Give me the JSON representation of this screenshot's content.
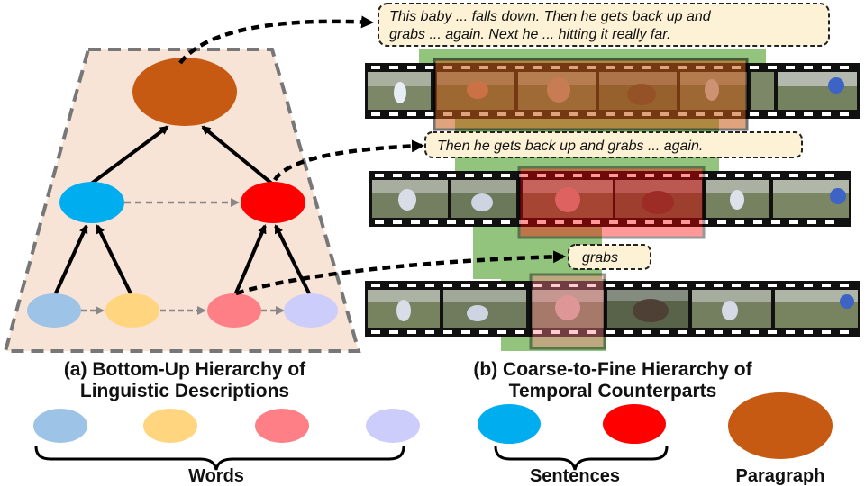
{
  "panel_a": {
    "caption_line1": "(a) Bottom-Up Hierarchy of",
    "caption_line2": "Linguistic Descriptions"
  },
  "panel_b": {
    "caption_line1": "(b) Coarse-to-Fine Hierarchy of",
    "caption_line2": "Temporal Counterparts"
  },
  "bubbles": {
    "paragraph_line1": "This baby ... falls down. Then he gets back up and",
    "paragraph_line2": "grabs ... again. Next he ... hitting it really far.",
    "sentence": "Then he gets back up and grabs ... again.",
    "word": "grabs"
  },
  "legend": {
    "words": "Words",
    "sentences": "Sentences",
    "paragraph": "Paragraph"
  },
  "colors": {
    "trapezoid_fill": "#f8e3d7",
    "paragraph_node": "#c65a13",
    "sentence_blue": "#00aeef",
    "sentence_red": "#ff0000",
    "word_blue": "#9dc3e6",
    "word_yellow": "#ffd580",
    "word_pink": "#ff7f86",
    "word_lavender": "#cdcdfb",
    "highlight_green": "#93c47d",
    "bubble_fill": "#fdf2d5"
  }
}
